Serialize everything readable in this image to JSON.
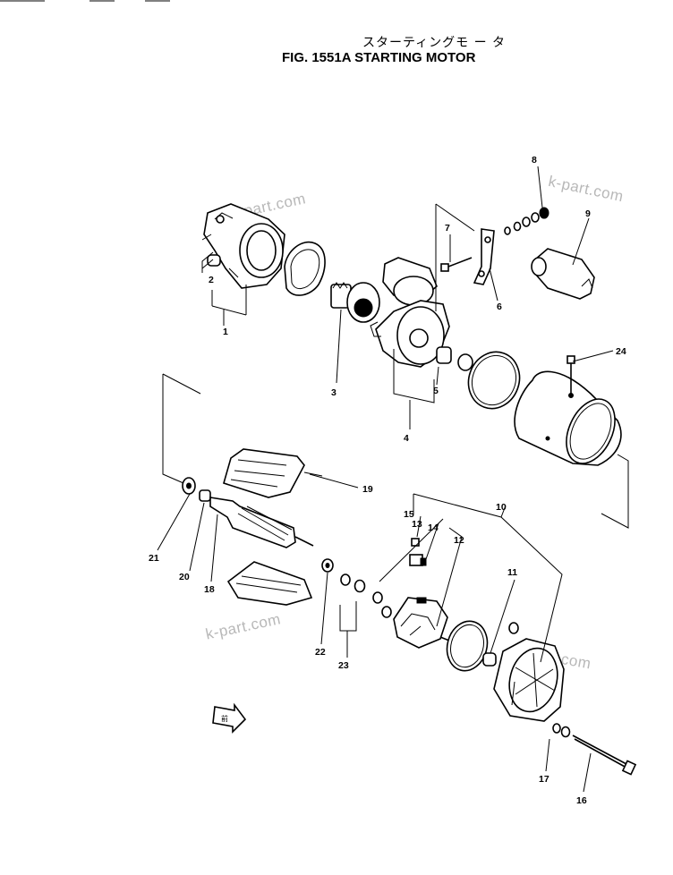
{
  "figure": {
    "title_jp": "スターティングモ ー タ",
    "title_en": "FIG. 1551A  STARTING MOTOR"
  },
  "watermarks": [
    "k-part.com",
    "k-part.com",
    "k-part.com",
    "k-part.com"
  ],
  "callouts": [
    "1",
    "2",
    "3",
    "4",
    "5",
    "6",
    "7",
    "8",
    "9",
    "10",
    "11",
    "12",
    "13",
    "14",
    "15",
    "16",
    "17",
    "18",
    "19",
    "20",
    "21",
    "22",
    "23",
    "24"
  ],
  "arrow_label": "前"
}
